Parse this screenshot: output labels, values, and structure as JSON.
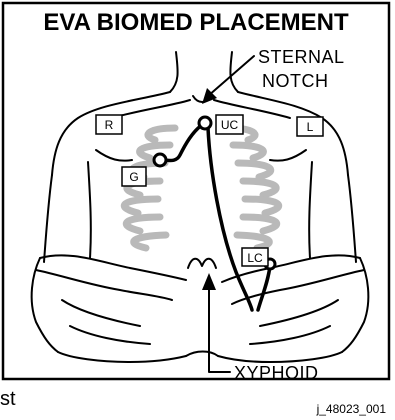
{
  "title": "EVA BIOMED PLACEMENT",
  "callouts": {
    "sternal_notch_line1": "STERNAL",
    "sternal_notch_line2": "NOTCH",
    "xyphoid": "XYPHOID"
  },
  "electrodes": {
    "right": "R",
    "left": "L",
    "upper_center": "UC",
    "ground": "G",
    "lower_center": "LC"
  },
  "figure_id": "j_48023_001",
  "fragment": "st",
  "colors": {
    "ink": "#000000",
    "ribs": "#b9b9b9",
    "background": "#ffffff"
  }
}
